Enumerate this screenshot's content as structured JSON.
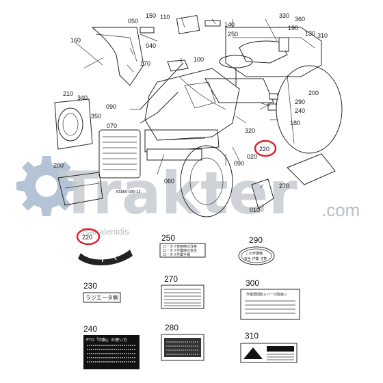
{
  "watermark": {
    "text": "Trakter",
    "suffix": ".com",
    "subtitle": "Tsakalenidis",
    "gear_color": "#b5c3d6"
  },
  "highlight_color": "#e0202a",
  "highlight_label": "220",
  "part_numbers": {
    "p150": "150",
    "p110": "110",
    "p140": "140",
    "p330": "330",
    "p360": "360",
    "p050": "050",
    "p130": "130",
    "p310": "310",
    "p190": "190",
    "p250": "250",
    "p160": "160",
    "p040": "040",
    "p170": "170",
    "p100": "100",
    "p210": "210",
    "p340": "340",
    "p090": "090",
    "p200": "200",
    "p290": "290",
    "p240": "240",
    "p180": "180",
    "p350": "350",
    "p070": "070",
    "p320": "320",
    "p020": "020",
    "p280": "280",
    "p060": "060",
    "p270": "270",
    "p220": "220",
    "p220_diag": "220",
    "p010": "010"
  },
  "drawing_code": "KS880-080-13",
  "decals": {
    "d220": "220",
    "d250": "250",
    "d290": "290",
    "d230": "230",
    "d270": "270",
    "d300": "300",
    "d240": "240",
    "d280": "280",
    "d310": "310"
  },
  "decal_texts": {
    "d230_text": "ラジエータ側",
    "d240_header": "PTO「回転」の使い方",
    "d300_header": "作業部回転レバーの取扱い",
    "d290_top": "この作業機",
    "d290_bottom": "安全 作業 注意",
    "d250_l1": "ロータリ使用時の注意",
    "d250_l2": "ロータリ作業時の安全",
    "d250_l3": "ロータリ作業手順"
  }
}
